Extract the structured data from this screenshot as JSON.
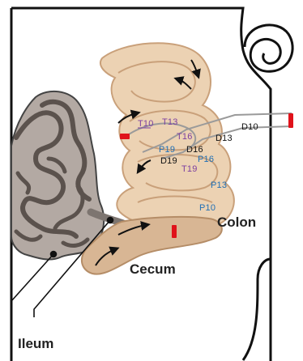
{
  "labels": {
    "colon": "Colon",
    "cecum": "Cecum",
    "ileum": "Ileum"
  },
  "site_markers": [
    {
      "id": "T10",
      "text": "T10",
      "color": "#7b3fa0"
    },
    {
      "id": "T13",
      "text": "T13",
      "color": "#7b3fa0"
    },
    {
      "id": "T16",
      "text": "T16",
      "color": "#7b3fa0"
    },
    {
      "id": "T19",
      "text": "T19",
      "color": "#7b3fa0"
    },
    {
      "id": "P19",
      "text": "P19",
      "color": "#1f6fb5"
    },
    {
      "id": "P16",
      "text": "P16",
      "color": "#1f6fb5"
    },
    {
      "id": "P13",
      "text": "P13",
      "color": "#1f6fb5"
    },
    {
      "id": "P10",
      "text": "P10",
      "color": "#1f6fb5"
    },
    {
      "id": "D10",
      "text": "D10",
      "color": "#111111"
    },
    {
      "id": "D13",
      "text": "D13",
      "color": "#111111"
    },
    {
      "id": "D16",
      "text": "D16",
      "color": "#111111"
    },
    {
      "id": "D19",
      "text": "D19",
      "color": "#111111"
    }
  ],
  "colors": {
    "colon_fill": "#ecd2b3",
    "colon_outline": "#c9a07a",
    "cecum_fill": "#d8b694",
    "small_intestine_fill": "#a59a94",
    "small_intestine_outline": "#555555",
    "electrode_marker": "#e0121a",
    "body_outline": "#111111"
  }
}
